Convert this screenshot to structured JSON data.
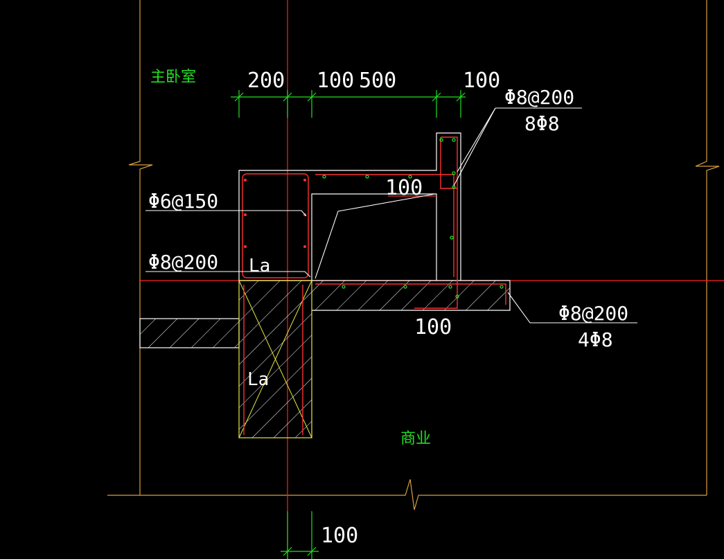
{
  "rooms": {
    "upper": "主卧室",
    "lower": "商业"
  },
  "dimensions": {
    "top_1": "200",
    "top_2": "100",
    "top_3": "500",
    "top_4": "100",
    "inner_ledge": "100",
    "slab_bottom": "100",
    "bottom": "100"
  },
  "rebar_notes": {
    "left_stirrup": "Φ6@150",
    "left_bar": "Φ8@200",
    "upper_right_line1": "Φ8@200",
    "upper_right_line2": "8Φ8",
    "lower_right_line1": "Φ8@200",
    "lower_right_line2": "4Φ8"
  },
  "anchorage": {
    "label_upper": "La",
    "label_lower": "La"
  },
  "colors": {
    "background": "#000000",
    "axis_red": "#ff2020",
    "outline_white": "#ffffff",
    "wall_orange": "#d8a040",
    "dimension_green": "#22e022",
    "rebar_red": "#ff3030",
    "rebar_dot_green": "#22e022",
    "section_yellow": "#e8e840"
  }
}
